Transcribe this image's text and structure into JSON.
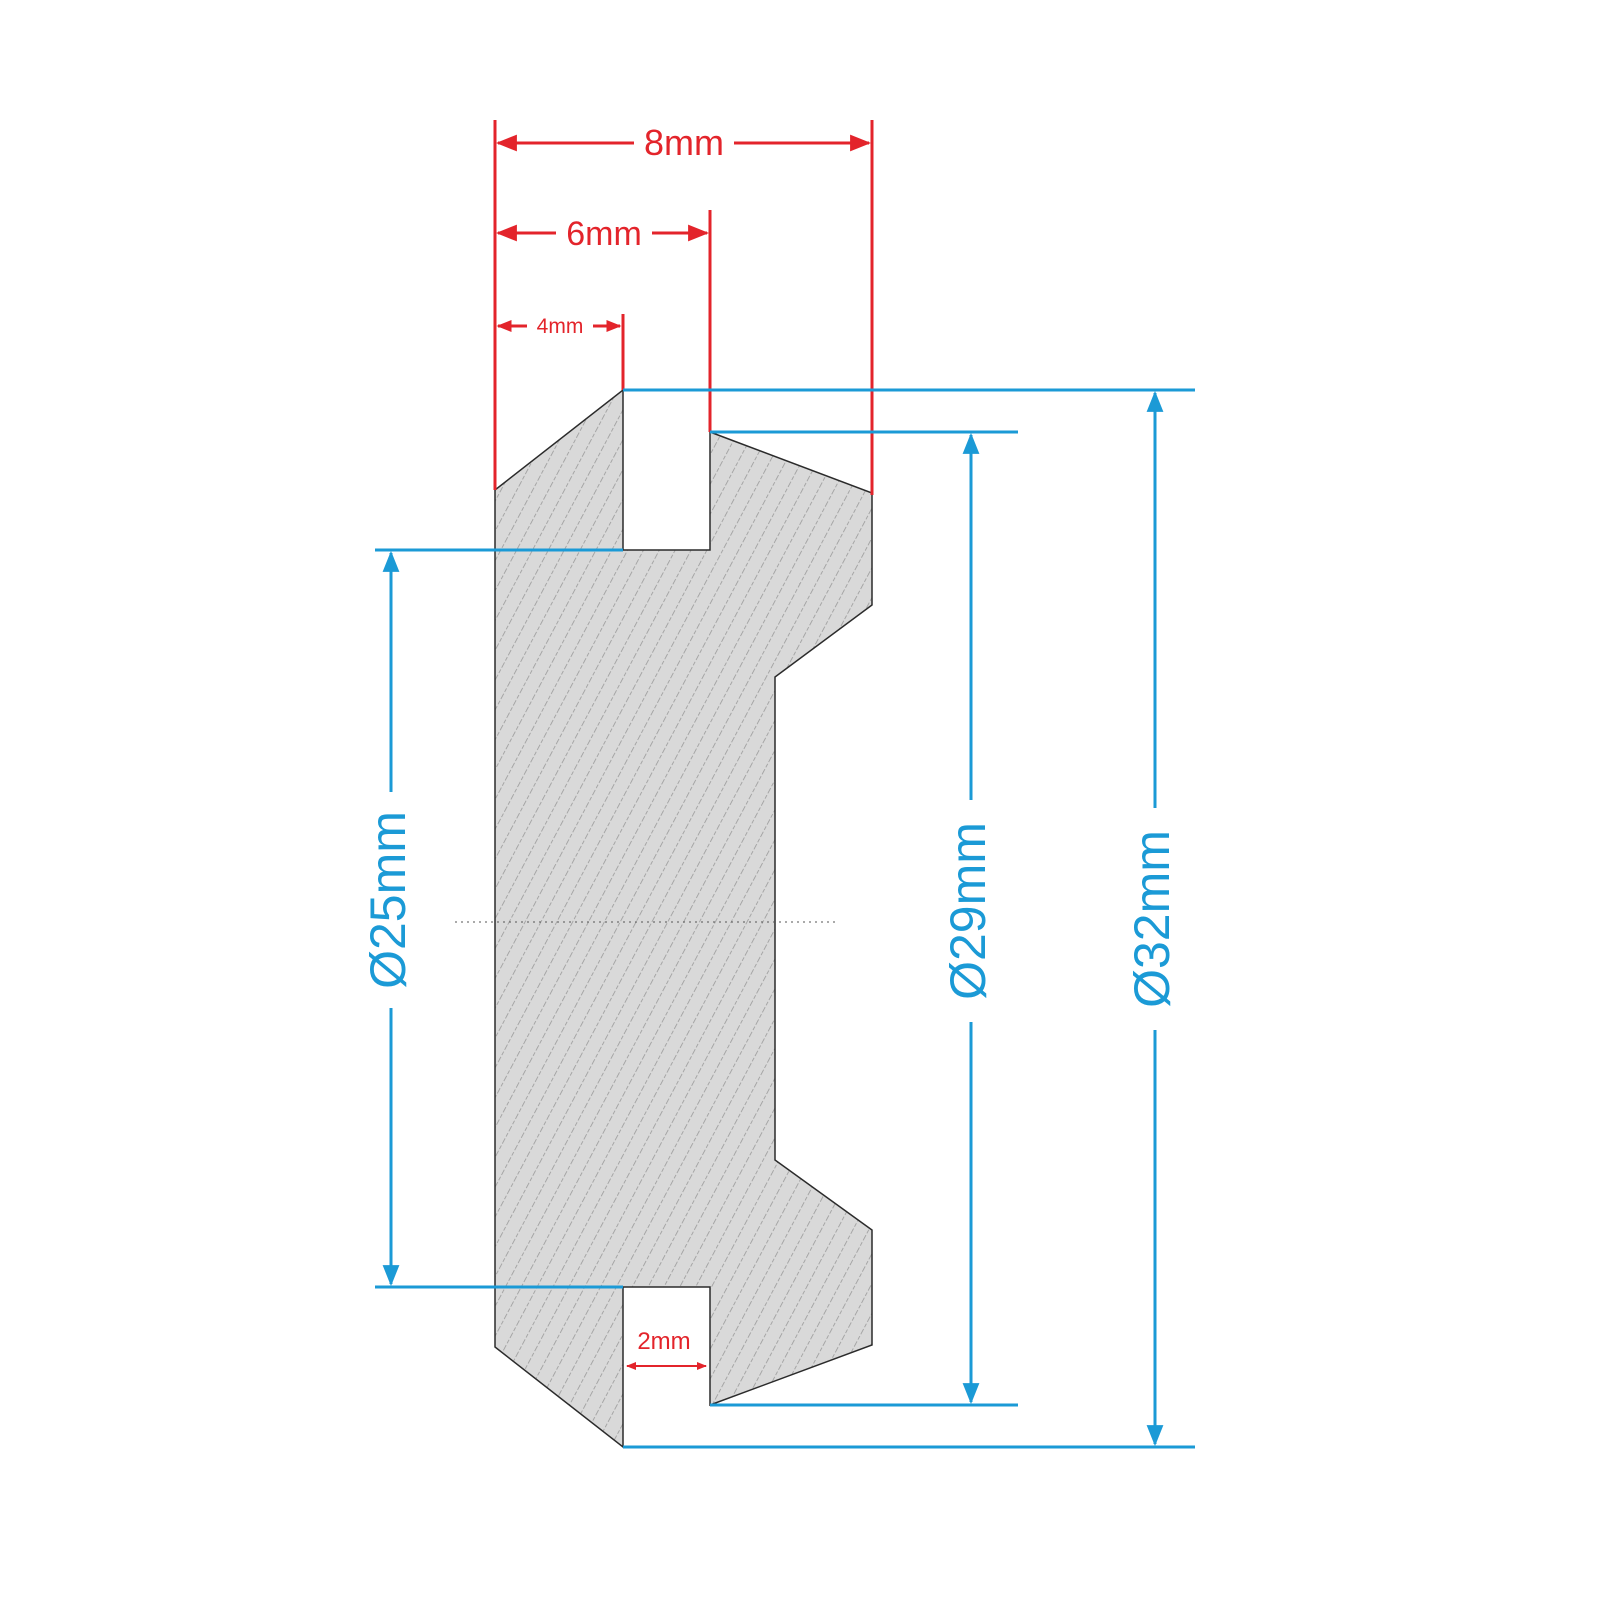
{
  "colors": {
    "background": "#ffffff",
    "profile_fill": "#d9d9d9",
    "hatch": "#9a9a9a",
    "outline": "#2b2b2b",
    "axial_dimension": "#e3242b",
    "diameter_dimension": "#1b9ad6",
    "centerline": "#555555"
  },
  "dimensions": {
    "axial": {
      "total_width": "8mm",
      "width_6": "6mm",
      "width_4": "4mm",
      "groove_width": "2mm"
    },
    "diameters": {
      "inner": "Ø25mm",
      "middle": "Ø29mm",
      "outer": "Ø32mm"
    }
  }
}
